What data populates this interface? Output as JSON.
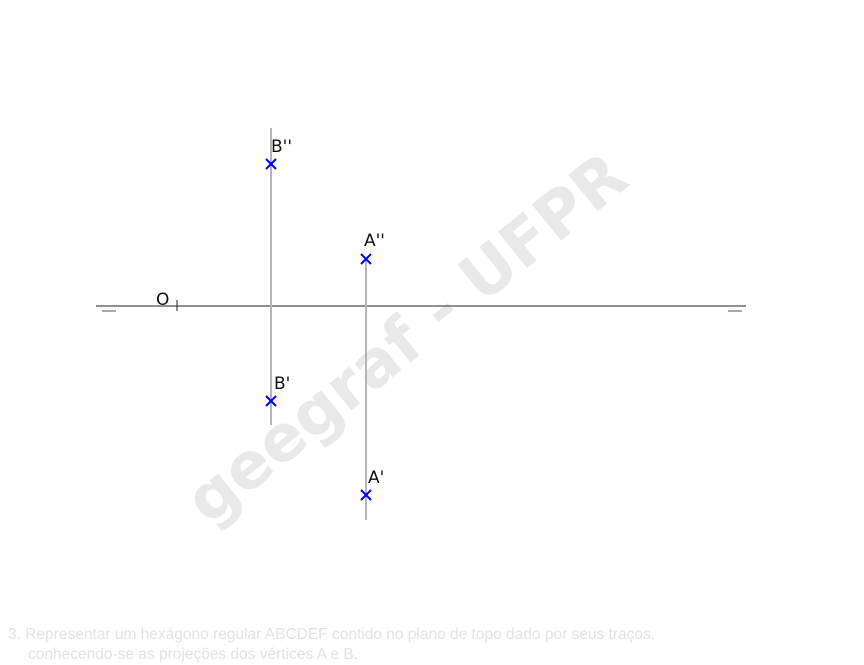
{
  "watermark": "geegraf - UFPR",
  "ground_line": {
    "origin_label": "O",
    "left_mark": "—",
    "right_mark": "—"
  },
  "points": [
    {
      "id": "b2",
      "label": "B''"
    },
    {
      "id": "a2",
      "label": "A''"
    },
    {
      "id": "b1",
      "label": "B'"
    },
    {
      "id": "a1",
      "label": "A'"
    }
  ],
  "colors": {
    "ground_line": "#222222",
    "recall_line": "#b5b5b5",
    "point_marker": "#0000ff",
    "watermark": "#e9e9e9",
    "instruction_text": "#e3e3e3"
  },
  "instruction": {
    "line1": "3. Representar um hexágono regular ABCDEF contido no plano de topo dado por seus traços,",
    "line2": "conhecendo-se as projeções dos vértices A e B."
  }
}
